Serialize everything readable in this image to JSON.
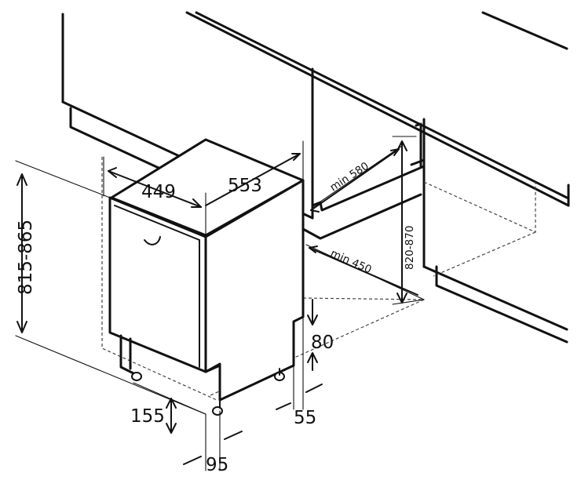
{
  "dimensions": {
    "total_height": "815-865",
    "depth": "449",
    "width": "553",
    "niche_depth": "min 580",
    "niche_width": "min 450",
    "niche_height": "820-870",
    "plinth_height": "80",
    "plinth_offset": "55",
    "door_height": "155",
    "door_offset": "95"
  },
  "colors": {
    "line": "#111111",
    "background": "#ffffff"
  }
}
